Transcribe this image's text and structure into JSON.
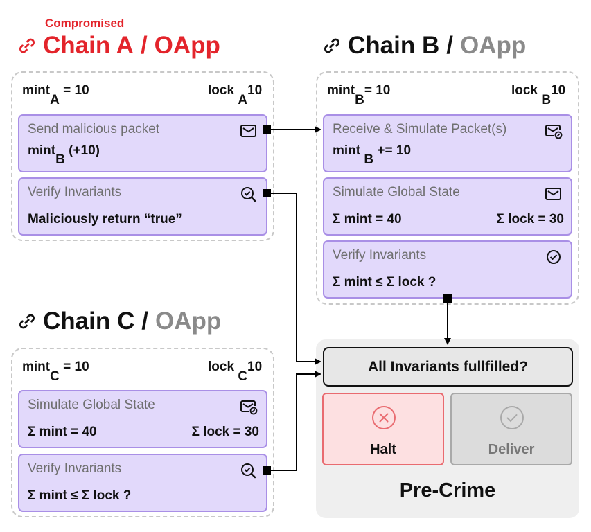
{
  "chain_a": {
    "status": "Compromised",
    "name": "Chain A",
    "sep": "/",
    "oapp": "OApp",
    "mint_label": "mint",
    "mint_sub": "A",
    "mint_value": "= 10",
    "lock_label": "lock",
    "lock_sub": "A",
    "lock_value": "10",
    "send_card": {
      "title": "Send malicious packet",
      "body_prefix": "mint",
      "body_sub": "B",
      "body_suffix": "(+10)",
      "icon": "mail-icon"
    },
    "verify_card": {
      "title": "Verify Invariants",
      "body": "Maliciously return “true”",
      "icon": "search-check-icon"
    },
    "accent_color": "#e3242b"
  },
  "chain_b": {
    "name": "Chain B",
    "sep": "/",
    "oapp": "OApp",
    "mint_label": "mint",
    "mint_sub": "B",
    "mint_value": "= 10",
    "lock_label": "lock",
    "lock_sub": "B",
    "lock_value": "10",
    "receive_card": {
      "title": "Receive & Simulate Packet(s)",
      "body_prefix": "mint",
      "body_sub": "B",
      "body_suffix": "+= 10",
      "icon": "mail-link-icon"
    },
    "global_card": {
      "title": "Simulate Global State",
      "left": "Σ mint = 40",
      "right": "Σ lock = 30",
      "icon": "mail-icon"
    },
    "verify_card": {
      "title": "Verify Invariants",
      "body": "Σ mint ≤ Σ lock ?",
      "icon": "check-circle-icon"
    }
  },
  "chain_c": {
    "name": "Chain C",
    "sep": "/",
    "oapp": "OApp",
    "mint_label": "mint",
    "mint_sub": "C",
    "mint_value": "= 10",
    "lock_label": "lock",
    "lock_sub": "C",
    "lock_value": "10",
    "global_card": {
      "title": "Simulate Global State",
      "left": "Σ mint = 40",
      "right": "Σ lock = 30",
      "icon": "mail-link-icon"
    },
    "verify_card": {
      "title": "Verify Invariants",
      "body": "Σ mint ≤ Σ lock ?",
      "icon": "search-check-icon"
    }
  },
  "precrime": {
    "question": "All Invariants fullfilled?",
    "halt_label": "Halt",
    "deliver_label": "Deliver",
    "title": "Pre-Crime",
    "halt_color": "#e96b70",
    "deliver_color": "#a9a9a9"
  },
  "colors": {
    "card_fill": "#e2d9fb",
    "card_border": "#a98fe6",
    "oapp_gray": "#8a8a8a"
  }
}
